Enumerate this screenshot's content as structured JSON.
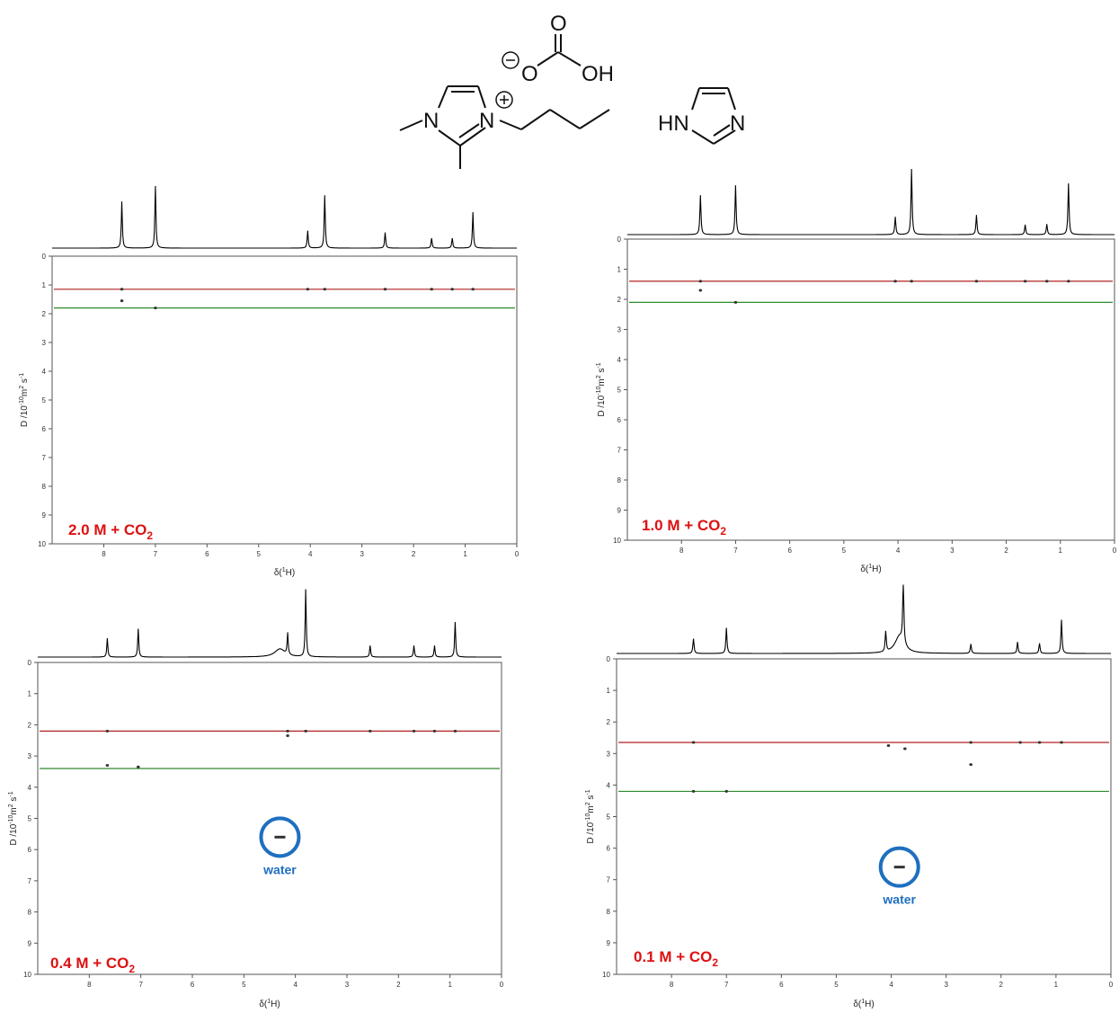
{
  "structures": {
    "anion_O_top": "O",
    "anion_OH": "OH",
    "anion_O_charge": "O",
    "cation_N1": "N",
    "cation_N3": "N",
    "imidazole_HN": "HN",
    "imidazole_N": "N"
  },
  "colors": {
    "ion_line": "#b22222",
    "neutral_line": "#2e8b2e",
    "label_red": "#dd1111",
    "water_blue": "#1f6fbf",
    "spectrum": "#000000"
  },
  "chart_data": [
    {
      "type": "scatter",
      "subtype": "DOSY 2D NMR with 1H projection",
      "panel_label": {
        "prefix": "2.0 M + CO",
        "sub": "2"
      },
      "xlabel_prefix": "δ(",
      "xlabel_sup": "1",
      "xlabel_suffix": "H)",
      "ylabel": {
        "main": "D /10",
        "sup1": "-10",
        "mid": "m",
        "sup2": "2",
        "end": " s",
        "sup3": "-1"
      },
      "xlim": [
        9,
        0
      ],
      "ylim": [
        0,
        10
      ],
      "x_reversed": true,
      "y_reversed": true,
      "x_ticks": [
        8,
        7,
        6,
        5,
        4,
        3,
        2,
        1,
        0
      ],
      "y_ticks": [
        0,
        1,
        2,
        3,
        4,
        5,
        6,
        7,
        8,
        9,
        10
      ],
      "ion_line_D": 1.15,
      "neutral_line_D": 1.8,
      "points": [
        {
          "ppm": 7.65,
          "D": 1.15
        },
        {
          "ppm": 7.65,
          "D": 1.55
        },
        {
          "ppm": 7.0,
          "D": 1.8
        },
        {
          "ppm": 4.05,
          "D": 1.15
        },
        {
          "ppm": 3.72,
          "D": 1.15
        },
        {
          "ppm": 2.55,
          "D": 1.15
        },
        {
          "ppm": 1.65,
          "D": 1.15
        },
        {
          "ppm": 1.25,
          "D": 1.15
        },
        {
          "ppm": 0.85,
          "D": 1.15
        }
      ],
      "peaks": [
        {
          "ppm": 7.65,
          "h": 0.75
        },
        {
          "ppm": 7.0,
          "h": 1.0
        },
        {
          "ppm": 4.05,
          "h": 0.28
        },
        {
          "ppm": 3.72,
          "h": 0.85
        },
        {
          "ppm": 2.55,
          "h": 0.25
        },
        {
          "ppm": 1.65,
          "h": 0.16
        },
        {
          "ppm": 1.25,
          "h": 0.16
        },
        {
          "ppm": 0.85,
          "h": 0.58
        }
      ],
      "water": null
    },
    {
      "type": "scatter",
      "subtype": "DOSY 2D NMR with 1H projection",
      "panel_label": {
        "prefix": "1.0 M + CO",
        "sub": "2"
      },
      "xlabel_prefix": "δ(",
      "xlabel_sup": "1",
      "xlabel_suffix": "H)",
      "ylabel": {
        "main": "D /10",
        "sup1": "-10",
        "mid": "m",
        "sup2": "2",
        "end": " s",
        "sup3": "-1"
      },
      "xlim": [
        9,
        0
      ],
      "ylim": [
        0,
        10
      ],
      "x_reversed": true,
      "y_reversed": true,
      "x_ticks": [
        8,
        7,
        6,
        5,
        4,
        3,
        2,
        1,
        0
      ],
      "y_ticks": [
        0,
        1,
        2,
        3,
        4,
        5,
        6,
        7,
        8,
        9,
        10
      ],
      "ion_line_D": 1.4,
      "neutral_line_D": 2.1,
      "points": [
        {
          "ppm": 7.65,
          "D": 1.4
        },
        {
          "ppm": 7.65,
          "D": 1.7
        },
        {
          "ppm": 7.0,
          "D": 2.1
        },
        {
          "ppm": 4.05,
          "D": 1.4
        },
        {
          "ppm": 3.75,
          "D": 1.4
        },
        {
          "ppm": 2.55,
          "D": 1.4
        },
        {
          "ppm": 1.65,
          "D": 1.4
        },
        {
          "ppm": 1.25,
          "D": 1.4
        },
        {
          "ppm": 0.85,
          "D": 1.4
        }
      ],
      "peaks": [
        {
          "ppm": 7.65,
          "h": 0.6
        },
        {
          "ppm": 7.0,
          "h": 0.75
        },
        {
          "ppm": 4.05,
          "h": 0.27
        },
        {
          "ppm": 3.75,
          "h": 1.0
        },
        {
          "ppm": 2.55,
          "h": 0.3
        },
        {
          "ppm": 1.65,
          "h": 0.15
        },
        {
          "ppm": 1.25,
          "h": 0.16
        },
        {
          "ppm": 0.85,
          "h": 0.78
        }
      ],
      "water": null
    },
    {
      "type": "scatter",
      "subtype": "DOSY 2D NMR with 1H projection",
      "panel_label": {
        "prefix": "0.4 M + CO",
        "sub": "2"
      },
      "xlabel_prefix": "δ(",
      "xlabel_sup": "1",
      "xlabel_suffix": "H)",
      "ylabel": {
        "main": "D /10",
        "sup1": "-10",
        "mid": "m",
        "sup2": "2",
        "end": " s",
        "sup3": "-1"
      },
      "xlim": [
        9,
        0
      ],
      "ylim": [
        0,
        10
      ],
      "x_reversed": true,
      "y_reversed": true,
      "x_ticks": [
        8,
        7,
        6,
        5,
        4,
        3,
        2,
        1,
        0
      ],
      "y_ticks": [
        0,
        1,
        2,
        3,
        4,
        5,
        6,
        7,
        8,
        9,
        10
      ],
      "ion_line_D": 2.2,
      "neutral_line_D": 3.4,
      "points": [
        {
          "ppm": 7.65,
          "D": 2.2
        },
        {
          "ppm": 7.65,
          "D": 3.3
        },
        {
          "ppm": 7.05,
          "D": 3.35
        },
        {
          "ppm": 4.15,
          "D": 2.2
        },
        {
          "ppm": 4.15,
          "D": 2.35
        },
        {
          "ppm": 3.8,
          "D": 2.2
        },
        {
          "ppm": 2.55,
          "D": 2.2
        },
        {
          "ppm": 1.7,
          "D": 2.2
        },
        {
          "ppm": 1.3,
          "D": 2.2
        },
        {
          "ppm": 0.9,
          "D": 2.2
        }
      ],
      "peaks": [
        {
          "ppm": 7.65,
          "h": 0.28
        },
        {
          "ppm": 7.05,
          "h": 0.42
        },
        {
          "ppm": 4.3,
          "h": 0.12,
          "w": 0.12
        },
        {
          "ppm": 4.15,
          "h": 0.32
        },
        {
          "ppm": 3.8,
          "h": 1.0
        },
        {
          "ppm": 2.55,
          "h": 0.17
        },
        {
          "ppm": 1.7,
          "h": 0.17
        },
        {
          "ppm": 1.3,
          "h": 0.17
        },
        {
          "ppm": 0.9,
          "h": 0.52
        }
      ],
      "water": {
        "label": "water",
        "ppm": 4.3,
        "D": 5.6
      }
    },
    {
      "type": "scatter",
      "subtype": "DOSY 2D NMR with 1H projection",
      "panel_label": {
        "prefix": "0.1 M + CO",
        "sub": "2"
      },
      "xlabel_prefix": "δ(",
      "xlabel_sup": "1",
      "xlabel_suffix": "H)",
      "ylabel": {
        "main": "D /10",
        "sup1": "-10",
        "mid": "m",
        "sup2": "2",
        "end": " s",
        "sup3": "-1"
      },
      "xlim": [
        9,
        0
      ],
      "ylim": [
        0,
        10
      ],
      "x_reversed": true,
      "y_reversed": true,
      "x_ticks": [
        8,
        7,
        6,
        5,
        4,
        3,
        2,
        1,
        0
      ],
      "y_ticks": [
        0,
        1,
        2,
        3,
        4,
        5,
        6,
        7,
        8,
        9,
        10
      ],
      "ion_line_D": 2.65,
      "neutral_line_D": 4.2,
      "points": [
        {
          "ppm": 7.6,
          "D": 2.65
        },
        {
          "ppm": 7.6,
          "D": 4.2
        },
        {
          "ppm": 7.0,
          "D": 4.2
        },
        {
          "ppm": 4.05,
          "D": 2.75
        },
        {
          "ppm": 3.75,
          "D": 2.85
        },
        {
          "ppm": 2.55,
          "D": 2.65
        },
        {
          "ppm": 2.55,
          "D": 3.35
        },
        {
          "ppm": 1.65,
          "D": 2.65
        },
        {
          "ppm": 1.3,
          "D": 2.65
        },
        {
          "ppm": 0.9,
          "D": 2.65
        }
      ],
      "peaks": [
        {
          "ppm": 7.6,
          "h": 0.22
        },
        {
          "ppm": 7.0,
          "h": 0.38
        },
        {
          "ppm": 4.1,
          "h": 0.3
        },
        {
          "ppm": 3.85,
          "h": 0.25,
          "w": 0.1
        },
        {
          "ppm": 3.78,
          "h": 1.0
        },
        {
          "ppm": 2.55,
          "h": 0.14
        },
        {
          "ppm": 1.7,
          "h": 0.17
        },
        {
          "ppm": 1.3,
          "h": 0.15
        },
        {
          "ppm": 0.9,
          "h": 0.5
        }
      ],
      "water": {
        "label": "water",
        "ppm": 3.85,
        "D": 6.6
      }
    }
  ]
}
